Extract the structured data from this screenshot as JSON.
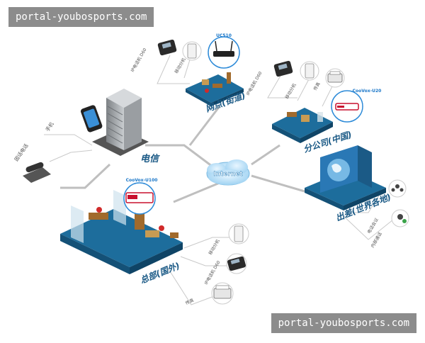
{
  "watermark": {
    "top": "portal-youbosports.com",
    "bottom": "portal-youbosports.com"
  },
  "hub": {
    "label": "Internet"
  },
  "telecom": {
    "label": "电信",
    "mobile_label": "手机",
    "landline_label": "固话电话"
  },
  "branch": {
    "label": "网点(街道)",
    "device_label": "UC510",
    "ip_phone_label": "IP电话机 D60",
    "mobile_ext_label": "移动分机"
  },
  "subsidiary": {
    "label": "分公司(中国)",
    "device_label": "CooVox-U20",
    "ip_phone_label": "IP电话机 D60",
    "mobile_ext_label": "移动分机",
    "fax_label": "传真"
  },
  "hq": {
    "label": "总部(国外)",
    "device_label": "CooVox-U100",
    "mobile_ext_label": "移动分机",
    "ip_phone_label": "IP电话机 D60",
    "fax_label": "传真"
  },
  "travel": {
    "label": "出差(世界各地)",
    "conference_label": "电话会议",
    "internal_call_label": "内部通话"
  },
  "colors": {
    "platform_blue": "#1d6d9c",
    "link_gray": "#bdbdbd",
    "device_red": "#c8102e",
    "device_label_blue": "#1976c8"
  }
}
